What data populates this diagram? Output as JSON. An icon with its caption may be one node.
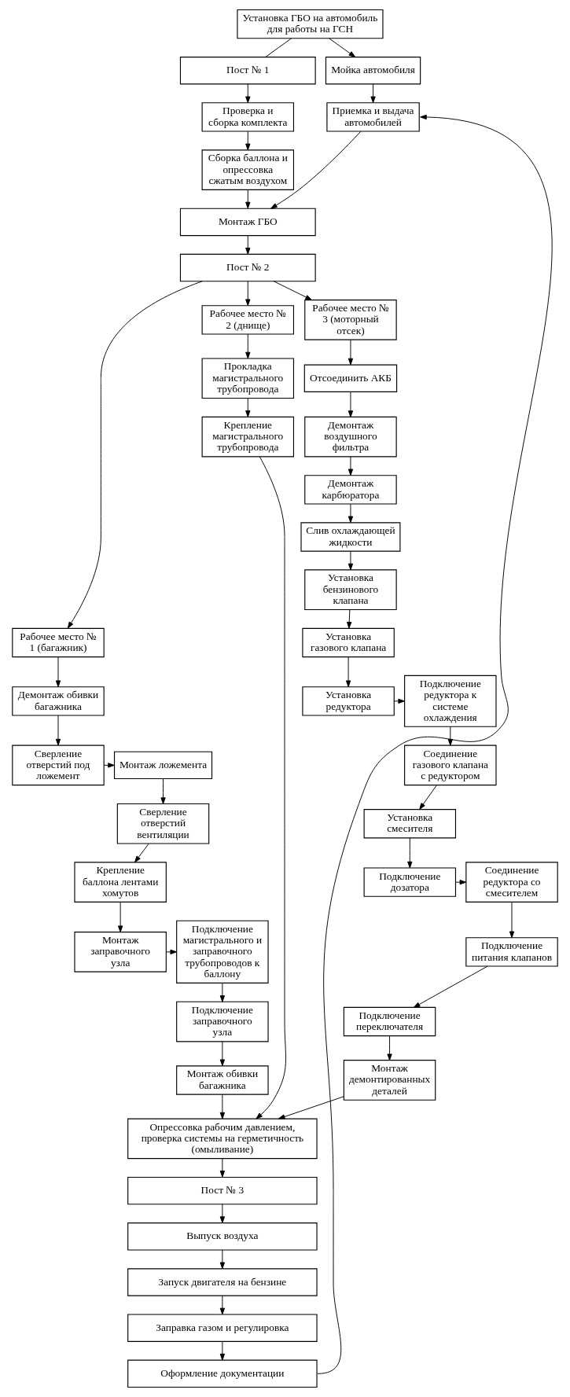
{
  "diagram": {
    "nodes": [
      {
        "text": [
          "Установка ГБО на автомобиль для работы на ГСН"
        ]
      },
      {
        "text": [
          "Пост № 1"
        ]
      },
      {
        "text": [
          "Проверка и сборка комплекта"
        ]
      },
      {
        "text": [
          "Мойка автомобиля"
        ]
      },
      {
        "text": [
          "Сборка баллона и опрессовка сжатым воздухом"
        ]
      },
      {
        "text": [
          "Приемка и выдача автомобилей"
        ]
      },
      {
        "text": [
          "Монтаж ГБО"
        ]
      },
      {
        "text": [
          "Пост № 2"
        ]
      },
      {
        "text": [
          "Рабочее место № 1 (багажник)"
        ]
      },
      {
        "text": [
          "Рабочее место № 2 (днище)"
        ]
      },
      {
        "text": [
          "Рабочее место № 3 (моторный отсек)"
        ]
      },
      {
        "text": [
          "Демонтаж обивки багажника"
        ]
      },
      {
        "text": [
          "Прокладка магистрального трубопровода"
        ]
      },
      {
        "text": [
          "Отсоединить АКБ"
        ]
      },
      {
        "text": [
          "Крепление магистрального трубопровода"
        ]
      },
      {
        "text": [
          "Демонтаж воздушного фильтра"
        ]
      },
      {
        "text": [
          "Демонтаж карбюратора"
        ]
      },
      {
        "text": [
          "Слив охлаждающей жидкости"
        ]
      },
      {
        "text": [
          "Сверление отверстий под ложемент"
        ]
      },
      {
        "text": [
          "Монтаж ложемента"
        ]
      },
      {
        "text": [
          "Установка газового клапана"
        ]
      },
      {
        "text": [
          "Установка бензинового клапана"
        ]
      },
      {
        "text": [
          "Крепление баллона лентами хомутов"
        ]
      },
      {
        "text": [
          "Сверление отверстий вентиляции"
        ]
      },
      {
        "text": [
          "Монтаж заправочного узла"
        ]
      },
      {
        "text": [
          "Подключение магистрального и заправочного трубопроводов к баллону"
        ]
      },
      {
        "text": [
          "Установка редуктора"
        ]
      },
      {
        "text": [
          "Подключение редуктора к системе охлаждения"
        ]
      },
      {
        "text": [
          "Монтаж обивки багажника"
        ]
      },
      {
        "text": [
          "Подключение заправочного узла"
        ]
      },
      {
        "text": [
          "Установка смесителя"
        ]
      },
      {
        "text": [
          "Соединение газового клапана с редуктором"
        ]
      },
      {
        "text": [
          "Опрессовка рабочим давлением, проверка системы на герметичность (омыливание)"
        ]
      },
      {
        "text": [
          "Подключение дозатора"
        ]
      },
      {
        "text": [
          "Соединение редуктора со смесителем"
        ]
      },
      {
        "text": [
          "Пост № 3"
        ]
      },
      {
        "text": [
          "Подключение переключателя"
        ]
      },
      {
        "text": [
          "Подключение питания клапанов"
        ]
      },
      {
        "text": [
          "Выпуск воздуха"
        ]
      },
      {
        "text": [
          "Запуск двигателя на бензине"
        ]
      },
      {
        "text": [
          "Монтаж демонтированных деталей"
        ]
      },
      {
        "text": [
          "Заправка газом и регулировка"
        ]
      },
      {
        "text": [
          "Оформление документации"
        ]
      }
    ],
    "edges": [
      {
        "from": 0,
        "to": 1,
        "arrow": "none"
      },
      {
        "from": 0,
        "to": 3,
        "arrow": "to"
      },
      {
        "from": 1,
        "to": 2,
        "arrow": "to"
      },
      {
        "from": 2,
        "to": 4,
        "arrow": "to"
      },
      {
        "from": 3,
        "to": 5,
        "arrow": "to"
      },
      {
        "from": 4,
        "to": 6,
        "arrow": "to"
      },
      {
        "from": 5,
        "to": 6,
        "arrow": "to"
      },
      {
        "from": 6,
        "to": 7,
        "arrow": "to"
      },
      {
        "from": 7,
        "to": 8,
        "arrow": "to"
      },
      {
        "from": 7,
        "to": 9,
        "arrow": "to"
      },
      {
        "from": 7,
        "to": 10,
        "arrow": "to"
      },
      {
        "from": 8,
        "to": 11,
        "arrow": "to"
      },
      {
        "from": 11,
        "to": 18,
        "arrow": "to"
      },
      {
        "from": 9,
        "to": 12,
        "arrow": "to"
      },
      {
        "from": 12,
        "to": 14,
        "arrow": "to"
      },
      {
        "from": 14,
        "to": 32,
        "arrow": "to"
      },
      {
        "from": 10,
        "to": 13,
        "arrow": "to"
      },
      {
        "from": 13,
        "to": 15,
        "arrow": "to"
      },
      {
        "from": 15,
        "to": 16,
        "arrow": "to"
      },
      {
        "from": 16,
        "to": 17,
        "arrow": "to"
      },
      {
        "from": 17,
        "to": 21,
        "arrow": "to"
      },
      {
        "from": 21,
        "to": 20,
        "arrow": "to"
      },
      {
        "from": 20,
        "to": 26,
        "arrow": "to"
      },
      {
        "from": 26,
        "to": 27,
        "arrow": "to"
      },
      {
        "from": 27,
        "to": 31,
        "arrow": "to"
      },
      {
        "from": 31,
        "to": 30,
        "arrow": "to"
      },
      {
        "from": 30,
        "to": 33,
        "arrow": "to"
      },
      {
        "from": 33,
        "to": 34,
        "arrow": "to"
      },
      {
        "from": 34,
        "to": 37,
        "arrow": "to"
      },
      {
        "from": 37,
        "to": 36,
        "arrow": "to"
      },
      {
        "from": 36,
        "to": 40,
        "arrow": "to"
      },
      {
        "from": 40,
        "to": 32,
        "arrow": "to"
      },
      {
        "from": 18,
        "to": 19,
        "arrow": "to"
      },
      {
        "from": 19,
        "to": 23,
        "arrow": "to"
      },
      {
        "from": 23,
        "to": 22,
        "arrow": "to"
      },
      {
        "from": 22,
        "to": 24,
        "arrow": "to"
      },
      {
        "from": 24,
        "to": 25,
        "arrow": "to"
      },
      {
        "from": 25,
        "to": 29,
        "arrow": "to"
      },
      {
        "from": 29,
        "to": 28,
        "arrow": "to"
      },
      {
        "from": 28,
        "to": 32,
        "arrow": "to"
      },
      {
        "from": 32,
        "to": 35,
        "arrow": "to"
      },
      {
        "from": 35,
        "to": 38,
        "arrow": "to"
      },
      {
        "from": 38,
        "to": 39,
        "arrow": "to"
      },
      {
        "from": 39,
        "to": 41,
        "arrow": "to"
      },
      {
        "from": 41,
        "to": 42,
        "arrow": "to"
      },
      {
        "from": 42,
        "to": 5,
        "arrow": "to"
      }
    ]
  }
}
